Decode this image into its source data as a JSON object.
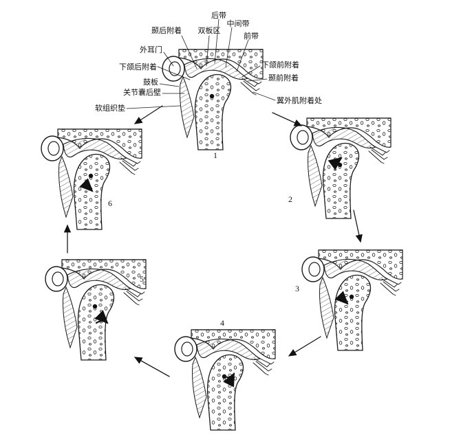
{
  "labels": {
    "posterior_band": "后带",
    "temporal_posterior_attachment": "颞后附着",
    "bilaminar_zone": "双板区",
    "intermediate_zone": "中间带",
    "anterior_band": "前带",
    "external_acoustic_meatus": "外耳门",
    "mandibular_posterior_attachment": "下颌后附着",
    "mandibular_anterior_attachment": "下颌前附着",
    "temporal_anterior_attachment": "颞前附着",
    "tympanic_plate": "鼓板",
    "posterior_capsule_wall": "关节囊后壁",
    "pterygoid_attachment": "翼外肌附着处",
    "soft_tissue_pad": "软组织垫"
  },
  "stages": [
    "1",
    "2",
    "3",
    "4",
    "5",
    "6"
  ]
}
